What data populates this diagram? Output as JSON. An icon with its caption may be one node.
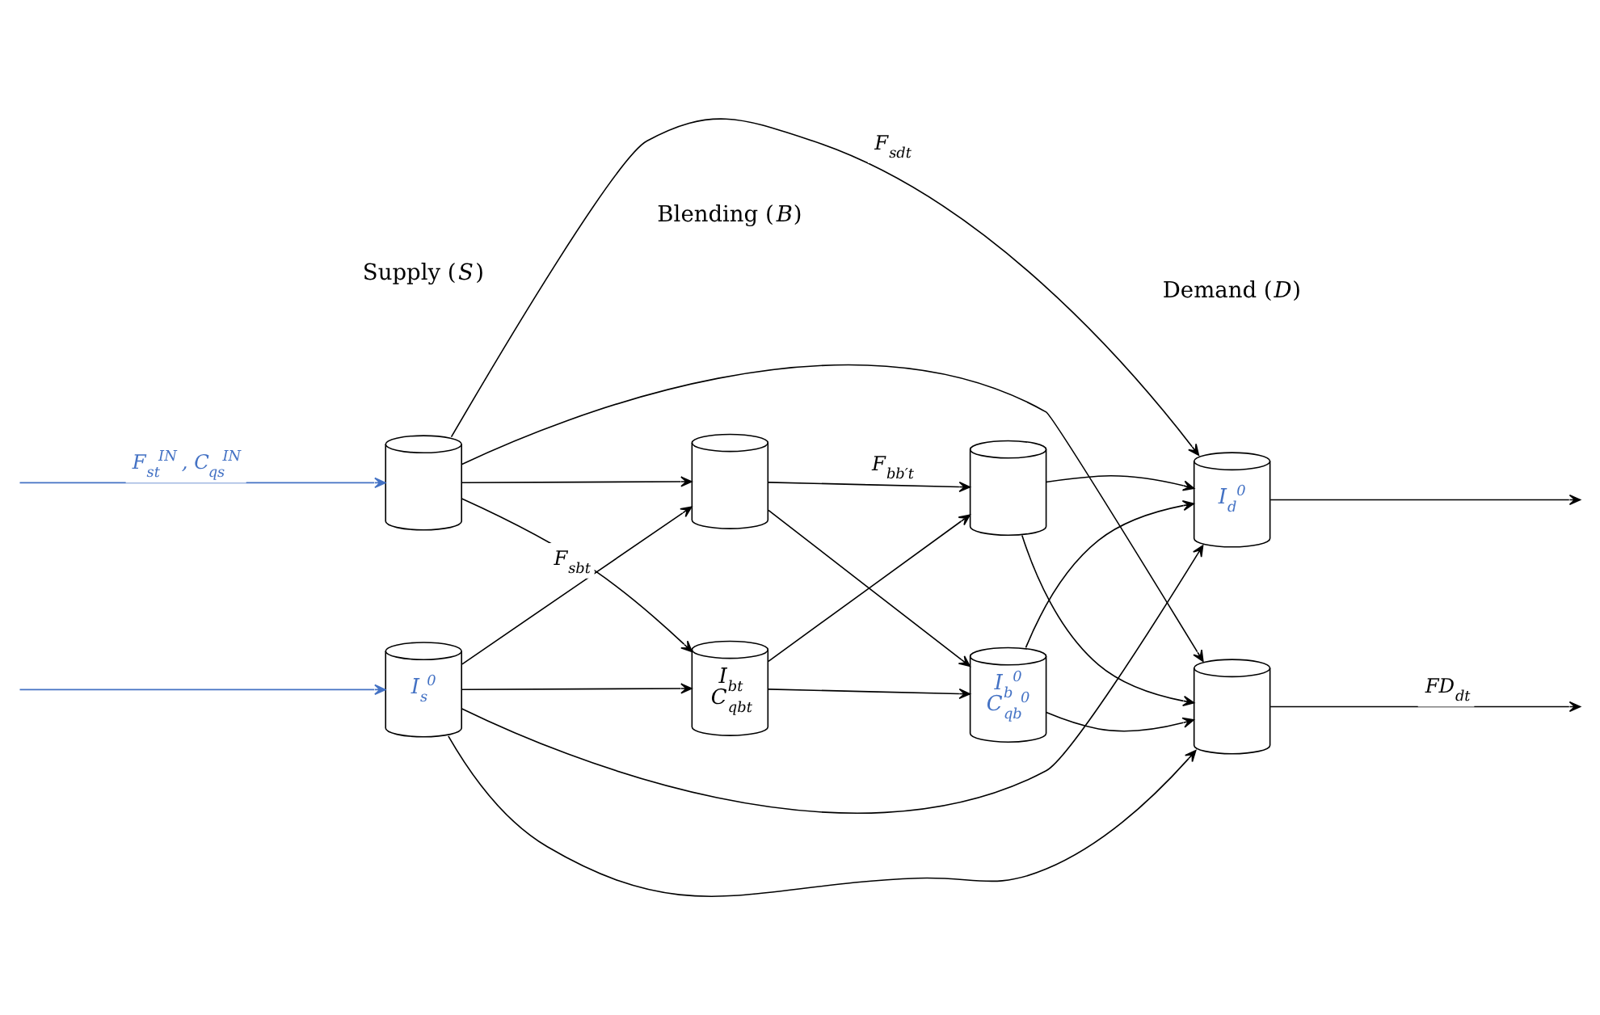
{
  "diagram": {
    "nodes": [
      {
        "text": [],
        "shape": "cylinder"
      },
      {
        "text": [
          "I$_{s}$$^{0}$"
        ]
      },
      {
        "text": [],
        "shape": "cylinder"
      },
      {
        "text": [
          "I$_{bt}$",
          "C$_{qbt}$"
        ]
      },
      {
        "text": [],
        "shape": "cylinder"
      },
      {
        "text": [
          "I$_{b}$$^{0}$",
          "C$_{qb}$$^{0}$"
        ]
      },
      {
        "text": [
          "I$_{d}$$^{0}$"
        ]
      },
      {
        "text": [],
        "shape": "cylinder"
      }
    ],
    "edges": [
      {
        "from": null,
        "to": 0,
        "arrow": "to",
        "color": "#4472c4",
        "label": "F$_{st}$$^{IN}$ , C$_{qs}$$^{IN}$"
      },
      {
        "from": null,
        "to": 1,
        "arrow": "to",
        "color": "#4472c4"
      },
      {
        "from": 0,
        "to": 2,
        "arrow": "to"
      },
      {
        "from": 0,
        "to": 6,
        "arrow": "to",
        "label": "F$_{sdt}$"
      },
      {
        "from": 0,
        "to": 3,
        "arrow": "to"
      },
      {
        "from": 0,
        "to": 7,
        "arrow": "to"
      },
      {
        "from": 1,
        "to": 6,
        "arrow": "to"
      },
      {
        "from": 1,
        "to": 2,
        "arrow": "to",
        "label": "F$_{sbt}$"
      },
      {
        "from": 1,
        "to": 3,
        "arrow": "to"
      },
      {
        "from": 1,
        "to": 7,
        "arrow": "to"
      },
      {
        "from": 2,
        "to": 4,
        "arrow": "to",
        "label": "F$_{bb′t}$"
      },
      {
        "from": 2,
        "to": 5,
        "arrow": "to"
      },
      {
        "from": 3,
        "to": 4,
        "arrow": "to"
      },
      {
        "from": 3,
        "to": 5,
        "arrow": "to"
      },
      {
        "from": 4,
        "to": 6,
        "arrow": "to"
      },
      {
        "from": 4,
        "to": 7,
        "arrow": "to"
      },
      {
        "from": 5,
        "to": 6,
        "arrow": "to"
      },
      {
        "from": 5,
        "to": 7,
        "arrow": "to"
      },
      {
        "from": 6,
        "to": null,
        "arrow": "to"
      },
      {
        "from": 7,
        "to": null,
        "arrow": "to",
        "label": "FD$_{dt}$"
      }
    ],
    "labels": [
      "Supply (*S*)",
      "Blending (*B*)",
      "Demand (*D*)"
    ]
  }
}
